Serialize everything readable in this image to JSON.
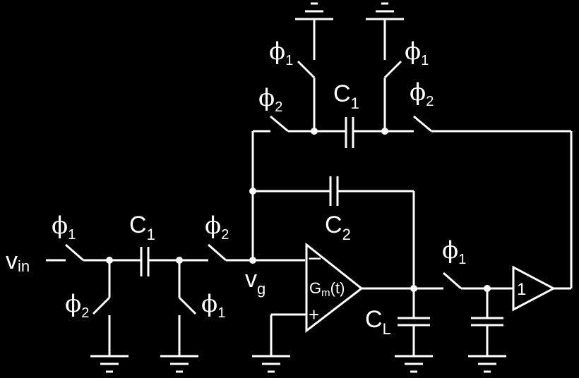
{
  "labels": {
    "vin_main": "v",
    "vin_sub": "in",
    "vg_main": "v",
    "vg_sub": "g",
    "c1_main": "C",
    "c1_sub": "1",
    "c2_main": "C",
    "c2_sub": "2",
    "cl_main": "C",
    "cl_sub": "L",
    "phi": "ϕ",
    "sub1": "1",
    "sub2": "2",
    "gm_main": "G",
    "gm_sub": "m",
    "gm_rest": "(t)",
    "minus": "−",
    "plus": "+",
    "buffer_gain": "1"
  }
}
